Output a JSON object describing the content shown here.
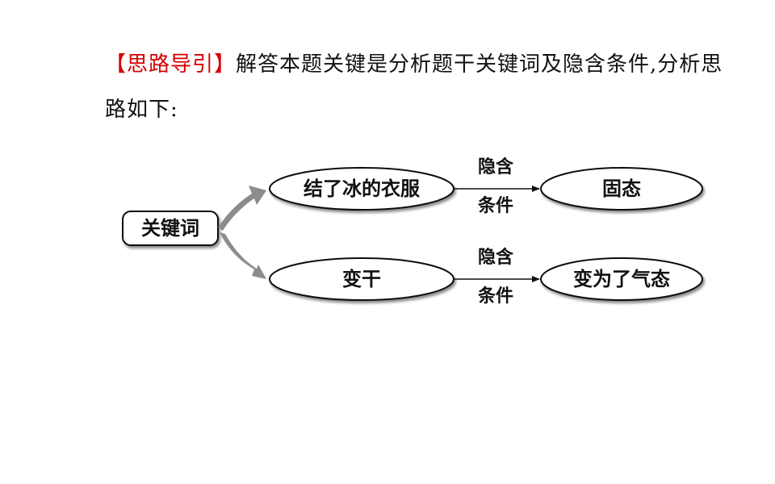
{
  "intro": {
    "tag": "【思路导引】",
    "text": "解答本题关键是分析题干关键词及隐含条件,分析思路如下:"
  },
  "diagram": {
    "root": "关键词",
    "branches": [
      {
        "source": "结了冰的衣服",
        "edge_line1": "隐含",
        "edge_line2": "条件",
        "target": "固态"
      },
      {
        "source": "变干",
        "edge_line1": "隐含",
        "edge_line2": "条件",
        "target": "变为了气态"
      }
    ]
  },
  "colors": {
    "tag": "#d40000",
    "curved_arrow": "#8c8c8c"
  }
}
